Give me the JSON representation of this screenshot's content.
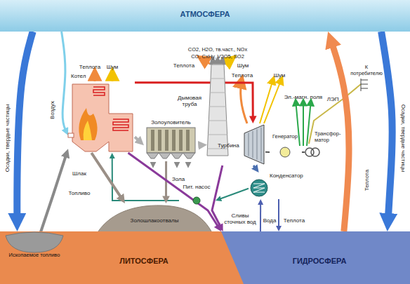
{
  "diagram": {
    "nodes": [
      {
        "text": [
          "АТМОСФЕРА"
        ]
      },
      {
        "text": [
          "Котел"
        ]
      },
      {
        "text": [
          "Золоуловитель"
        ]
      },
      {
        "text": [
          "Дымовая труба"
        ]
      },
      {
        "text": [
          "Турбина"
        ]
      },
      {
        "text": [
          "Генератор"
        ]
      },
      {
        "text": [
          "Трансфор- матор"
        ]
      },
      {
        "text": [
          "Конденсатор"
        ]
      },
      {
        "text": [
          "Пит. насос"
        ]
      },
      {
        "text": [
          "Золошлакоотвалы"
        ]
      },
      {
        "text": [
          "ЛИТОСФЕРА"
        ]
      },
      {
        "text": [
          "Ископаемое топливо"
        ],
        "in": 10
      },
      {
        "text": [
          "ГИДРОСФЕРА"
        ]
      }
    ],
    "edges": [
      {
        "from": 0,
        "to": 1,
        "arrow": "to",
        "label": "Воздух"
      },
      {
        "from": 11,
        "to": 1,
        "arrow": "to",
        "label": "Топливо"
      },
      {
        "from": 1,
        "to": 2,
        "arrow": "to"
      },
      {
        "from": 2,
        "to": 3,
        "arrow": "to"
      },
      {
        "from": 1,
        "to": 4,
        "arrow": "to"
      },
      {
        "from": 4,
        "to": 5,
        "arrow": "none"
      },
      {
        "from": 5,
        "to": 6,
        "arrow": "none"
      },
      {
        "from": 4,
        "to": 7,
        "arrow": "to"
      },
      {
        "from": 7,
        "to": 8,
        "arrow": "to"
      },
      {
        "from": 8,
        "to": 1,
        "arrow": "to"
      },
      {
        "from": 1,
        "to": 9,
        "arrow": "to",
        "label": "Шлак"
      },
      {
        "from": 2,
        "to": 9,
        "arrow": "to",
        "label": "Зола"
      },
      {
        "from": 1,
        "to": 12,
        "arrow": "to",
        "label": "Сливы сточных вод"
      },
      {
        "from": 4,
        "to": 12,
        "arrow": "to"
      },
      {
        "from": 12,
        "to": 7,
        "arrow": "to",
        "label": "Вода"
      },
      {
        "from": 7,
        "to": 12,
        "arrow": "to",
        "label": "Теплота"
      },
      {
        "from": 0,
        "to": 10,
        "arrow": "to",
        "label": "Осадки, твердые частицы"
      },
      {
        "from": 0,
        "to": 12,
        "arrow": "to",
        "label": "Осадки, твердые частицы"
      },
      {
        "from": 12,
        "to": 0,
        "arrow": "to",
        "label": "Теплота"
      }
    ],
    "labels": [
      "Теплота",
      "Шум",
      "CO2, H2O, тв.част., NOx",
      "CO, CxHy, V2O5, SO2",
      "Теплота",
      "Шум",
      "Теплота",
      "Шум",
      "Эл.-магн. поля",
      "ЛЭП",
      "К потребителю"
    ]
  }
}
